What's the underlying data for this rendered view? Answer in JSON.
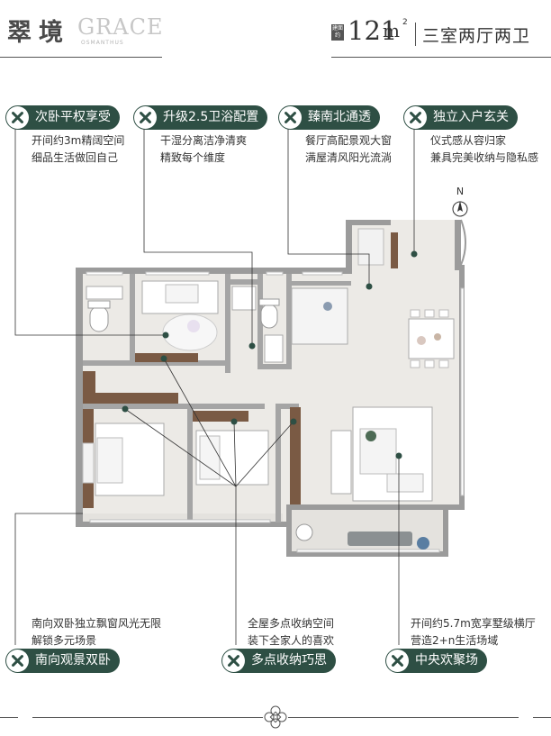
{
  "header": {
    "project_cn": "翠境",
    "project_en": "GRACE",
    "project_sub": "OSMANTHUS",
    "area_tag": "建面约",
    "area_number": "121",
    "area_unit": "m",
    "area_sup": "2",
    "layout": "三室两厅两卫"
  },
  "compass_label": "N",
  "features": [
    {
      "title": "次卧平权享受",
      "desc": [
        "开间约3m精阔空间",
        "细品生活做回自己"
      ]
    },
    {
      "title": "升级2.5卫浴配置",
      "desc": [
        "干湿分离洁净清爽",
        "精致每个维度"
      ]
    },
    {
      "title": "臻南北通透",
      "desc": [
        "餐厅高配景观大窗",
        "满屋清风阳光流淌"
      ]
    },
    {
      "title": "独立入户玄关",
      "desc": [
        "仪式感从容归家",
        "兼具完美收纳与隐私感"
      ]
    },
    {
      "title": "南向观景双卧",
      "desc": [
        "南向双卧独立飘窗风光无限",
        "解锁多元场景"
      ]
    },
    {
      "title": "多点收纳巧思",
      "desc": [
        "全屋多点收纳空间",
        "装下全家人的喜欢"
      ]
    },
    {
      "title": "中央欢聚场",
      "desc": [
        "开间约5.7m宽享墅级横厅",
        "营造2+n生活场域"
      ]
    }
  ],
  "colors": {
    "accent": "#2e4f44",
    "wall": "#9b9b9b",
    "floor": "#eceae6",
    "wood": "#7a5a44"
  }
}
